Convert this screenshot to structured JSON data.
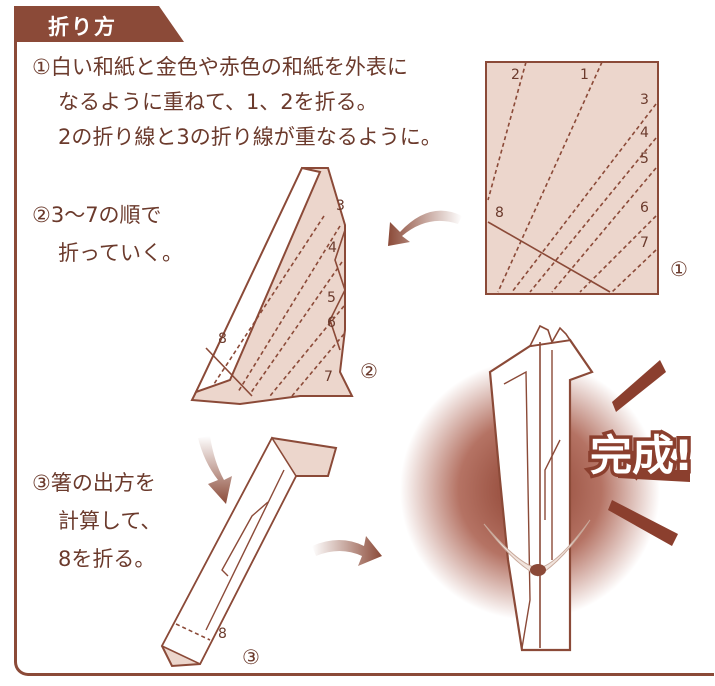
{
  "title": "折り方",
  "steps": [
    {
      "number": "①",
      "lines": [
        "白い和紙と金色や赤色の和紙を外表に",
        "なるように重ねて、1、2を折る。",
        "2の折り線と3の折り線が重なるように。"
      ]
    },
    {
      "number": "②",
      "lines": [
        "3〜7の順で",
        "折っていく。"
      ]
    },
    {
      "number": "③",
      "lines": [
        "箸の出方を",
        "計算して、",
        "8を折る。"
      ]
    }
  ],
  "figure1": {
    "number_label": "①",
    "fold_labels": [
      "1",
      "2",
      "3",
      "4",
      "5",
      "6",
      "7",
      "8"
    ]
  },
  "figure2": {
    "number_label": "②",
    "fold_labels": [
      "3",
      "4",
      "5",
      "6",
      "7",
      "8"
    ]
  },
  "figure3": {
    "number_label": "③",
    "fold_labels": [
      "8"
    ]
  },
  "completion_label": "完成!",
  "colors": {
    "accent": "#8b4a38",
    "paper": "#ecd6cc",
    "line": "#8b4a38",
    "glow": "#9a5040"
  }
}
